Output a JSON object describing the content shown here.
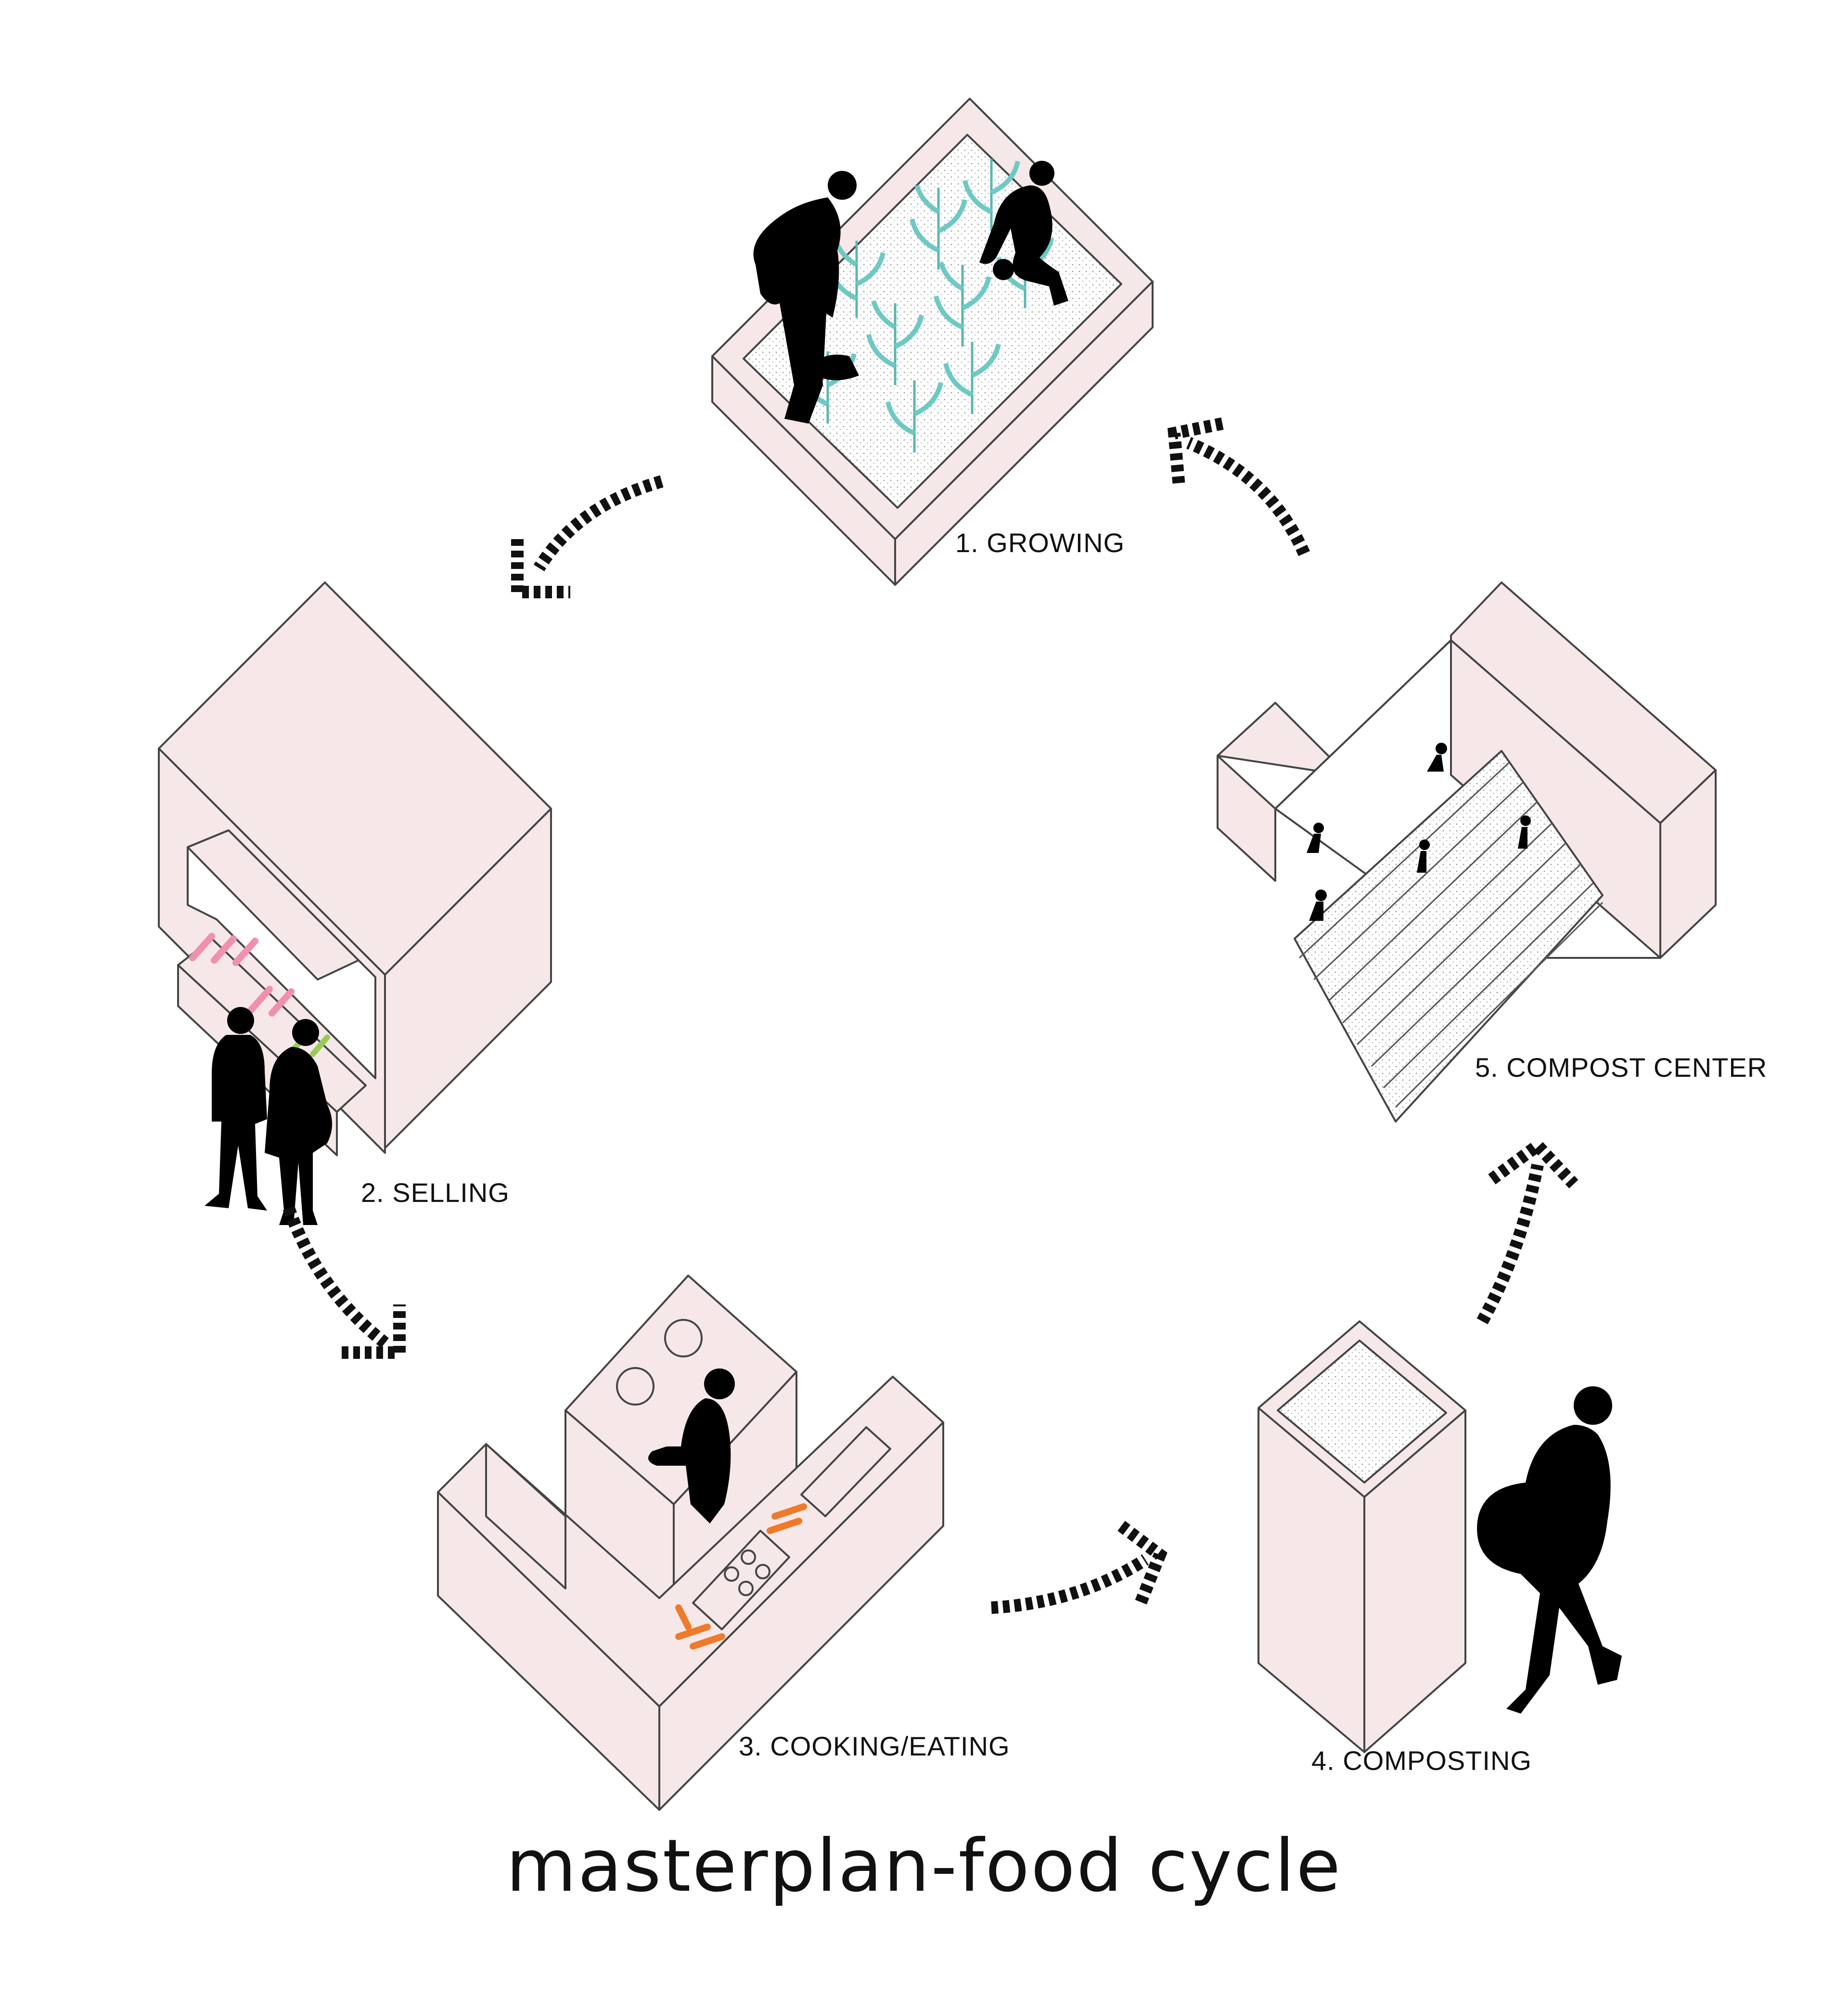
{
  "title": "masterplan-food cycle",
  "colors": {
    "box_fill": "#f6e8e8",
    "box_stroke": "#444444",
    "silhouette": "#000000",
    "arrow": "#111111",
    "plant": "#6ec9c4",
    "carrot": "#ef7a2a",
    "produce": "#f08fb0",
    "soil": "#f2f2f2"
  },
  "stages": [
    {
      "id": "growing",
      "label": "1. GROWING"
    },
    {
      "id": "selling",
      "label": "2. SELLING"
    },
    {
      "id": "cooking",
      "label": "3. COOKING/EATING"
    },
    {
      "id": "composting",
      "label": "4. COMPOSTING"
    },
    {
      "id": "compost-center",
      "label": "5. COMPOST CENTER"
    }
  ]
}
